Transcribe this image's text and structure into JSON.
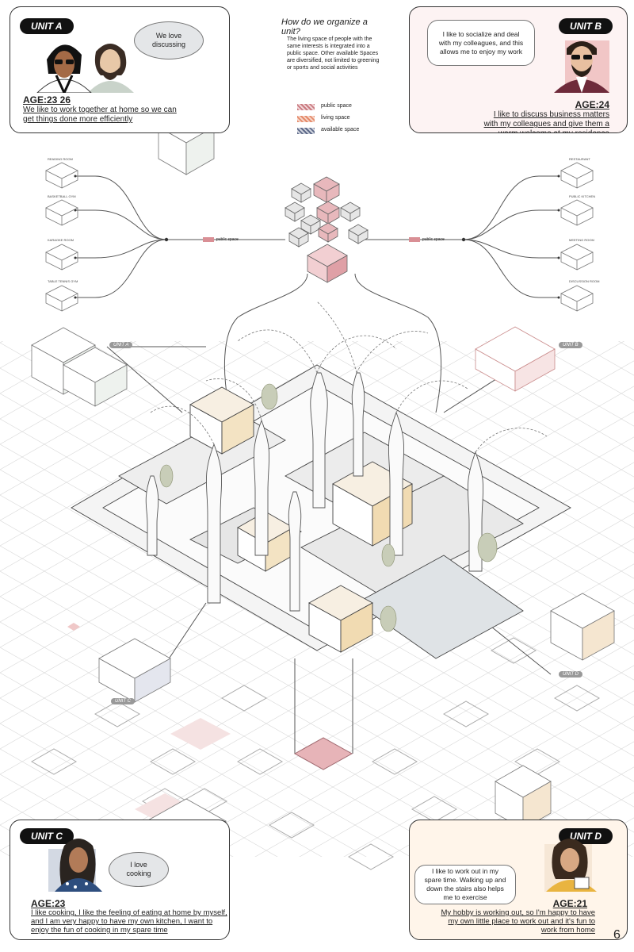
{
  "header": {
    "question": "How do we organize a unit?",
    "intro": "The living space of people with the same interests is integrated into a public space. Other available Spaces are diversified, not limited to greening or sports and social activities"
  },
  "legend": [
    {
      "label": "public space",
      "color": "#c97a80"
    },
    {
      "label": "living space",
      "color": "#e58a6a"
    },
    {
      "label": "available space",
      "color": "#5f6b8a"
    }
  ],
  "public_space_labels": {
    "left": "public space",
    "right": "public space"
  },
  "left_rooms": [
    "READING ROOM",
    "BASKETBALL GYM",
    "KARAOKE ROOM",
    "TABLE TENNIS GYM"
  ],
  "right_rooms": [
    "RESTAURANT",
    "PUBLIC KITCHEN",
    "MEETING ROOM",
    "DISCUSSION ROOM"
  ],
  "unit_labels": {
    "a": "UNIT A",
    "b": "UNIT B",
    "c": "UNIT C",
    "d": "UNIT D"
  },
  "cards": {
    "a": {
      "tag": "UNIT A",
      "bubble": "We love discussing",
      "age": "AGE:23 26",
      "quote": "We like to work together at home so we can get things done more efficiently"
    },
    "b": {
      "tag": "UNIT B",
      "bubble": "I like to socialize and deal with my colleagues, and this allows me to enjoy my work",
      "age": "AGE:24",
      "quote": "I like to discuss business matters with my colleagues and give them a warm welcome at my residence"
    },
    "c": {
      "tag": "UNIT C",
      "bubble": "I love cooking",
      "age": "AGE:23",
      "quote": "I like cooking, I like the feeling of eating at home by myself, and I am very happy to have my own kitchen, I want to enjoy the fun of cooking in my spare time"
    },
    "d": {
      "tag": "UNIT D",
      "bubble": "I like to work out in my spare time. Walking up and down the stairs also helps me to exercise",
      "age": "AGE:21",
      "quote": "My hobby is working out, so I'm happy to have my own little place to work out and it's fun to work from home"
    }
  },
  "page_number": "6"
}
